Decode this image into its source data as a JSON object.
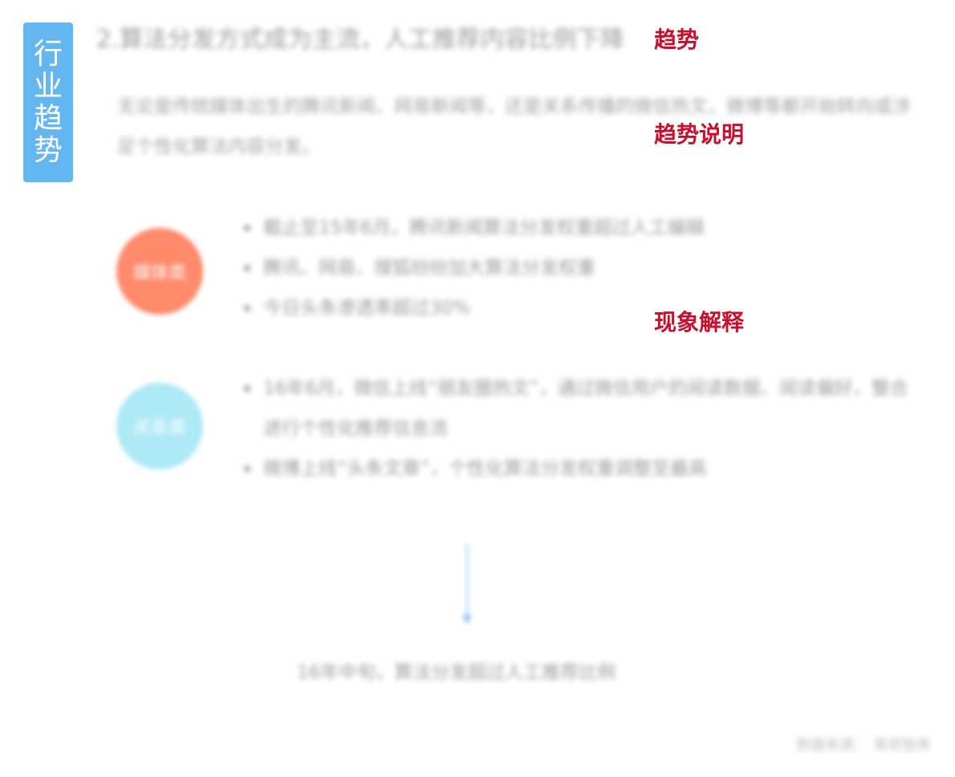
{
  "side_tag": {
    "label": "行业趋势",
    "color": "#63b6f0"
  },
  "main": {
    "title": "2.算法分发方式成为主流，人工推荐内容比例下降",
    "description": "无论是传统媒体出生的腾讯新闻、网易新闻等，还是关系传播的微信热文，微博等都开始转向或涉足个性化算法内容分发。"
  },
  "groups": [
    {
      "circle_label": "媒体类",
      "circle_color": "#ff8a6c",
      "bullets": [
        "截止至15年6月，腾讯新闻算法分发权重超过人工编辑",
        "腾讯、网易、搜狐纷纷加大算法分发权重",
        "今日头条渗透率超过30%"
      ]
    },
    {
      "circle_label": "关系类",
      "circle_color": "#aee9f6",
      "bullets": [
        "16年6月，微信上线“朋友圈热文”，通过微信用户的阅读数据、阅读偏好，整合进行个性化推荐信息流",
        "微博上线“头条文章”，个性化算法分发权重调整至最高"
      ]
    }
  ],
  "conclusion": "16年中旬，算法分发超过人工推荐比例",
  "source": "数据来源： 易观智库",
  "annotations": {
    "trend": "趋势",
    "trend_desc": "趋势说明",
    "phenomenon": "现象解释",
    "color": "#c8102e"
  }
}
